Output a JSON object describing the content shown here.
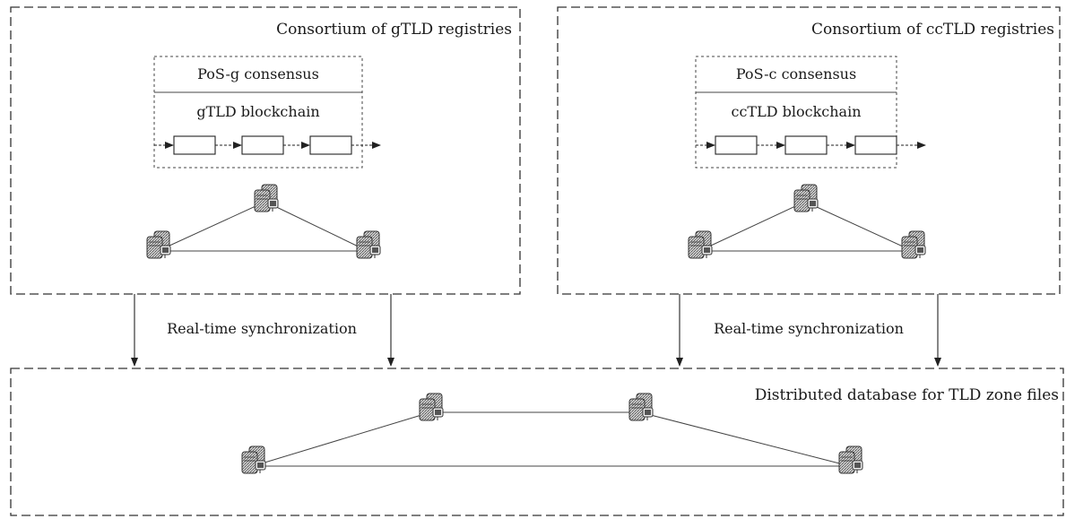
{
  "consortia": [
    {
      "title": "Consortium of gTLD registries",
      "consensus": "PoS-g consensus",
      "chain": "gTLD blockchain"
    },
    {
      "title": "Consortium of ccTLD registries",
      "consensus": "PoS-c consensus",
      "chain": "ccTLD blockchain"
    }
  ],
  "sync_labels": [
    "Real-time synchronization",
    "Real-time synchronization"
  ],
  "database": {
    "title": "Distributed database for TLD zone files"
  },
  "icons": {
    "node": "server-icon"
  },
  "colors": {
    "stroke": "#333333",
    "text": "#1a1a1a",
    "server_fill": "#9a9a9a"
  }
}
